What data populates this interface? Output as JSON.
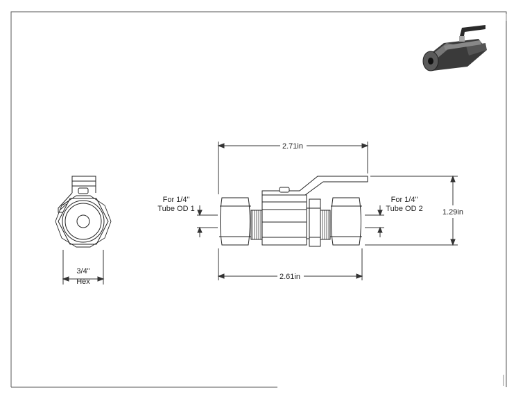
{
  "dimensions": {
    "overall_length": "2.71in",
    "body_length": "2.61in",
    "height": "1.29in",
    "hex_line1": "3/4\"",
    "hex_line2": "Hex"
  },
  "ports": {
    "left_line1": "For 1/4\"",
    "left_line2": "Tube OD 1",
    "right_line1": "For 1/4\"",
    "right_line2": "Tube OD 2"
  }
}
